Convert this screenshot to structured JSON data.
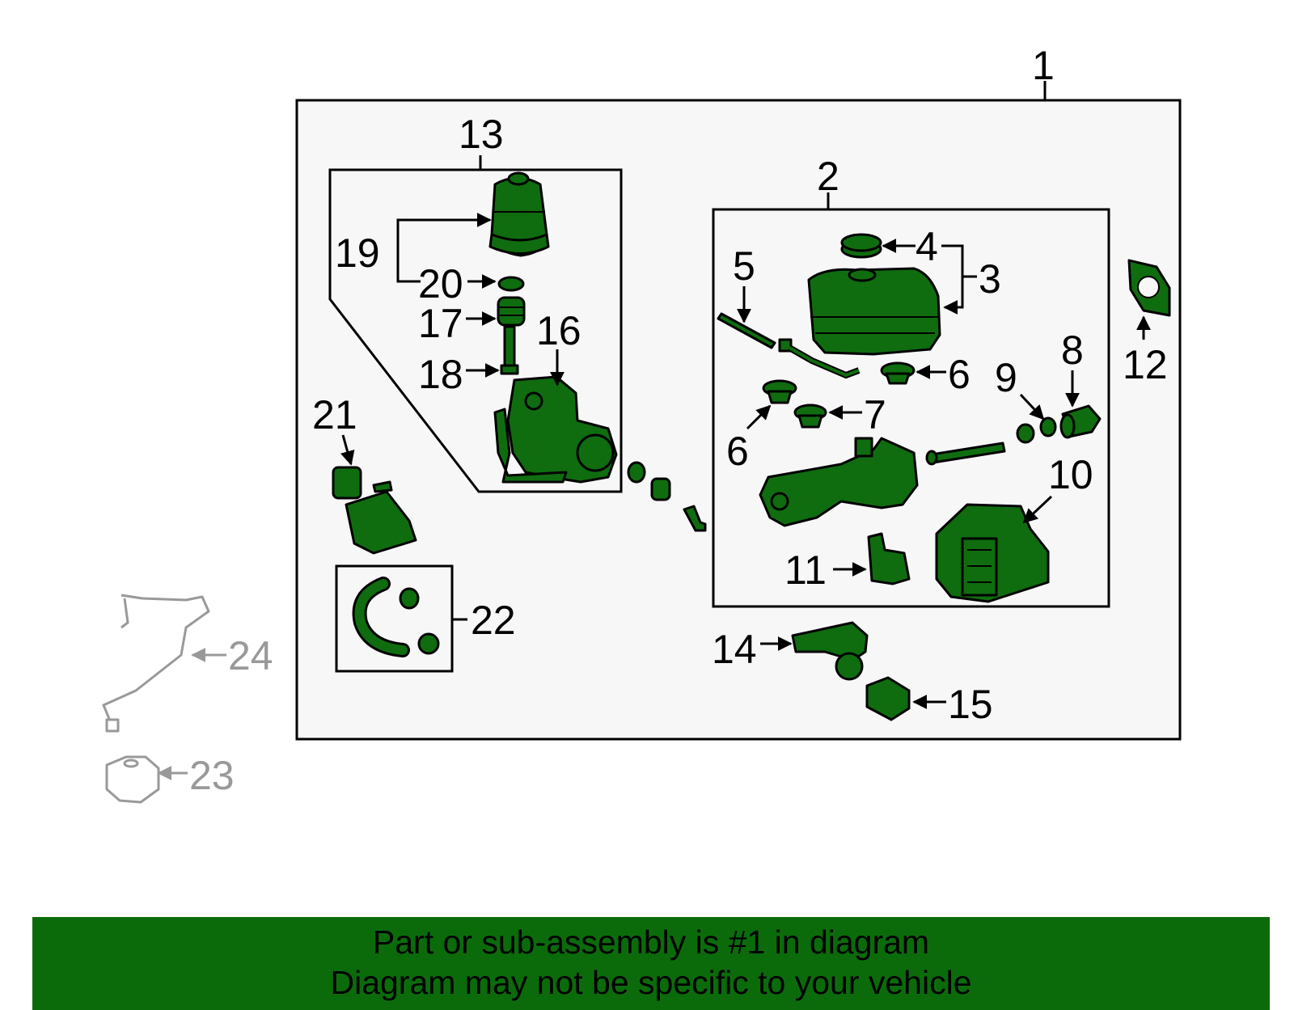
{
  "callouts": {
    "c1": "1",
    "c2": "2",
    "c3": "3",
    "c4": "4",
    "c5": "5",
    "c6a": "6",
    "c6b": "6",
    "c7": "7",
    "c8": "8",
    "c9": "9",
    "c10": "10",
    "c11": "11",
    "c12": "12",
    "c13": "13",
    "c14": "14",
    "c15": "15",
    "c16": "16",
    "c17": "17",
    "c18": "18",
    "c19": "19",
    "c20": "20",
    "c21": "21",
    "c22": "22",
    "c23": "23",
    "c24": "24"
  },
  "banner": {
    "line1": "Part or sub-assembly is #1 in diagram",
    "line2": "Diagram may not be specific to your vehicle"
  },
  "colors": {
    "highlight_green": "#0f6d0f",
    "banner_green": "#0b6b0b",
    "external_part_gray": "#999999"
  }
}
